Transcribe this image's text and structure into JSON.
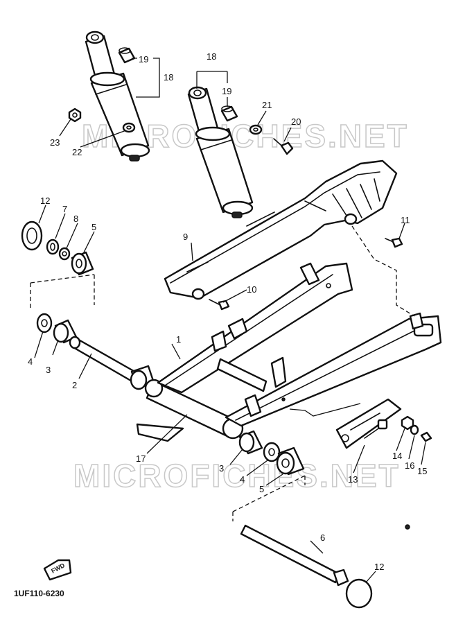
{
  "diagram": {
    "watermark": "MICROFICHES.NET",
    "part_code": "1UF110-6230",
    "direction_label": "FWD"
  },
  "callouts": [
    "1",
    "2",
    "3",
    "4",
    "5",
    "6",
    "7",
    "8",
    "9",
    "10",
    "11",
    "12",
    "13",
    "14",
    "15",
    "16",
    "17",
    "18",
    "19",
    "20",
    "21",
    "22",
    "23"
  ]
}
